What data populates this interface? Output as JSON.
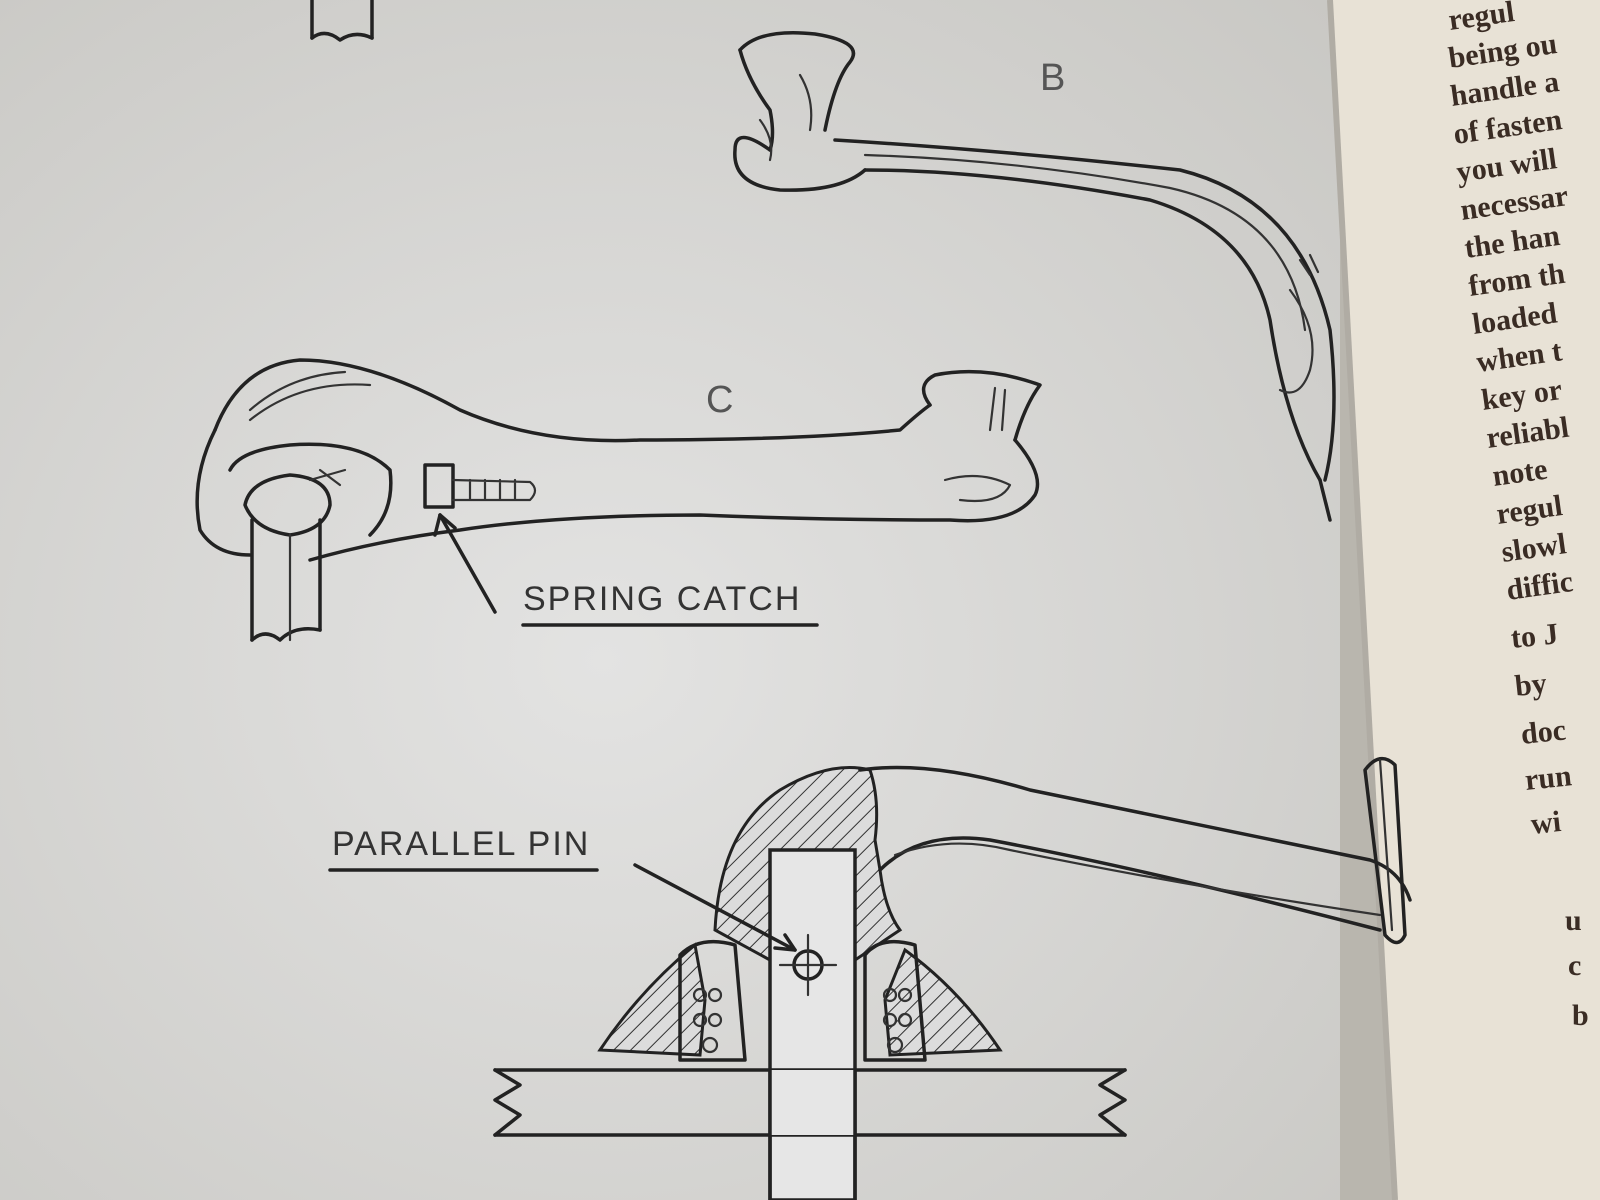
{
  "figure": {
    "labels": {
      "b": "B",
      "c": "C",
      "spring_catch": "SPRING CATCH",
      "parallel_pin": "PARALLEL PIN"
    }
  },
  "facing_page": {
    "text_fragments": [
      "regul",
      "being ou",
      "handle a",
      "of fasten",
      "you will",
      "necessar",
      "the han",
      "from th",
      "loaded",
      "when t",
      "key or",
      "reliabl",
      "note",
      "regul",
      "slowl",
      "diffic",
      "to J",
      "by",
      "doc",
      "run",
      "wi",
      "u",
      "c",
      "b"
    ]
  }
}
